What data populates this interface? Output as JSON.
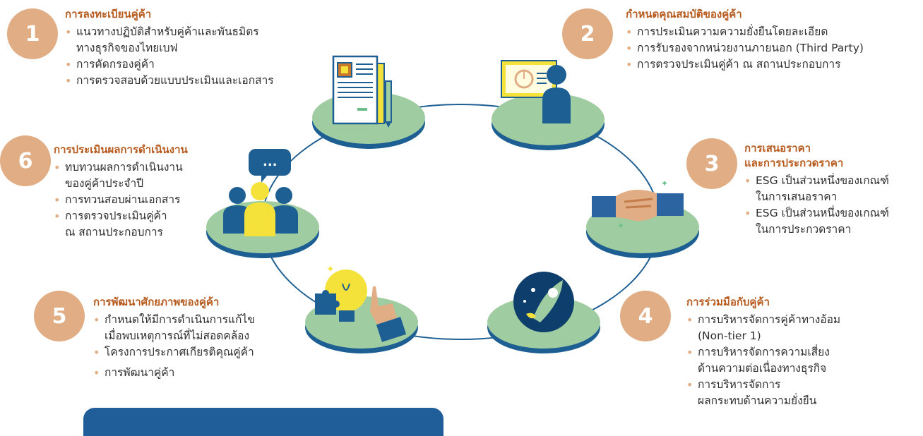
{
  "steps": [
    {
      "number": "1",
      "title": "การลงทะเบียนคู่ค้า",
      "items": [
        "แนวทางปฏิบัติสำหรับคู่ค้าและพันธมิตร",
        "ทางธุรกิจของไทยเบฟ",
        "การคัดกรองคู่ค้า",
        "การตรวจสอบด้วยแบบประเมินและเอกสาร"
      ],
      "icon": "contract-document-icon"
    },
    {
      "number": "2",
      "title": "กำหนดคุณสมบัติของคู่ค้า",
      "items": [
        "การประเมินความความยั่งยืนโดยละเอียด",
        "การรับรองจากหน่วยงานภายนอก (Third Party)",
        "การตรวจประเมินคู่ค้า ณ สถานประกอบการ"
      ],
      "icon": "presentation-board-icon"
    },
    {
      "number": "3",
      "title_lines": [
        "การเสนอราคา",
        "และการประกวดราคา"
      ],
      "items": [
        "ESG เป็นส่วนหนึ่งของเกณฑ์",
        "ในการเสนอราคา",
        "ESG เป็นส่วนหนึ่งของเกณฑ์",
        "ในการประกวดราคา"
      ],
      "icon": "handshake-icon"
    },
    {
      "number": "4",
      "title": "การร่วมมือกับคู่ค้า",
      "items": [
        "การบริหารจัดการคู่ค้าทางอ้อม",
        "(Non-tier 1)",
        "การบริหารจัดการความเสี่ยง",
        "ด้านความต่อเนื่องทางธุรกิจ",
        "การบริหารจัดการ",
        "ผลกระทบด้านความยั่งยืน"
      ],
      "icon": "rocket-launch-icon"
    },
    {
      "number": "5",
      "title": "การพัฒนาศักยภาพของคู่ค้า",
      "items": [
        "กำหนดให้มีการดำเนินการแก้ไข",
        "เมื่อพบเหตุการณ์ที่ไม่สอดคล้อง",
        "โครงการประกาศเกียรติคุณคู่ค้า",
        "การพัฒนาคู่ค้า"
      ],
      "icon": "idea-lightbulb-icon"
    },
    {
      "number": "6",
      "title": "การประเมินผลการดำเนินงาน",
      "items": [
        "ทบทวนผลการดำเนินงาน",
        "ของคู่ค้าประจำปี",
        "การทวนสอบผ่านเอกสาร",
        "การตรวจประเมินคู่ค้า",
        "ณ สถานประกอบการ"
      ],
      "icon": "team-meeting-icon",
      "speech_bubble": "..."
    }
  ],
  "colors": {
    "ring": "#1d5f93",
    "platform": "#9fcca0",
    "badge": "#e1ad84",
    "title": "#b65a1e",
    "footer": "#1f5e99",
    "accent_yellow": "#f4e23a"
  }
}
